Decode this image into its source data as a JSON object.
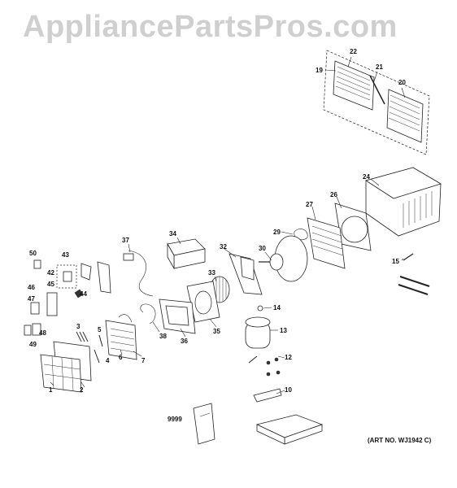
{
  "watermark": "AppliancePartsPros.com",
  "art_number": "(ART NO. WJ1942 C)",
  "callouts": {
    "p1": "1",
    "p2": "2",
    "p3": "3",
    "p4": "4",
    "p5": "5",
    "p6": "6",
    "p7": "7",
    "p10": "10",
    "p12": "12",
    "p13": "13",
    "p14": "14",
    "p15": "15",
    "p19": "19",
    "p20": "20",
    "p21": "21",
    "p22": "22",
    "p24": "24",
    "p26": "26",
    "p27": "27",
    "p29": "29",
    "p30": "30",
    "p32": "32",
    "p33": "33",
    "p34": "34",
    "p35": "35",
    "p36": "36",
    "p37": "37",
    "p38": "38",
    "p42": "42",
    "p43": "43",
    "p44": "44",
    "p45": "45",
    "p46": "46",
    "p47": "47",
    "p48": "48",
    "p49": "49",
    "p50": "50",
    "p9999": "9999"
  }
}
